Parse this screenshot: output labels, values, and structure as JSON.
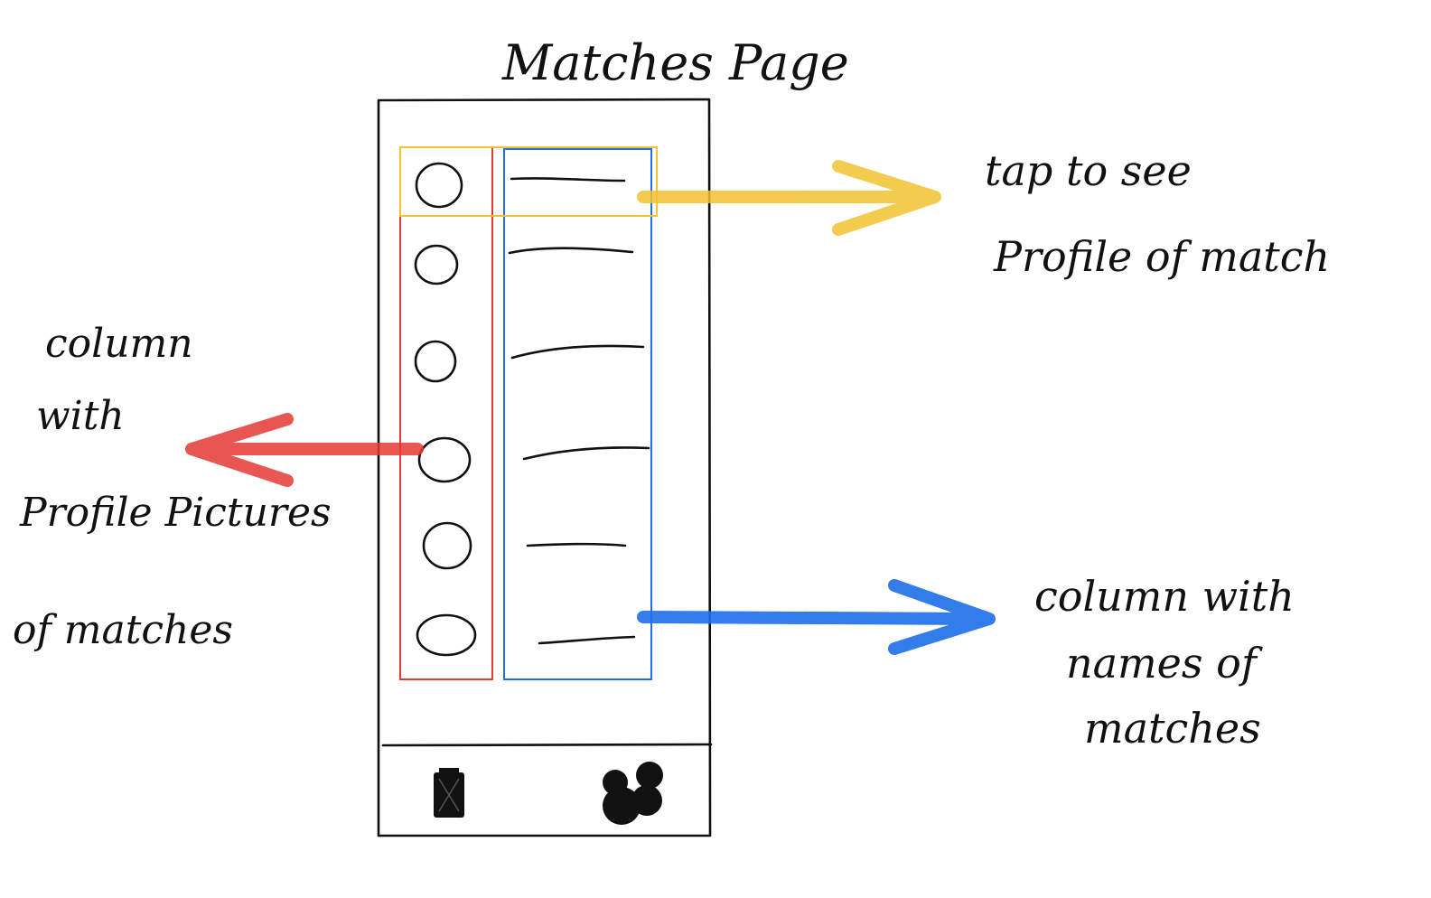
{
  "title": "Matches Page",
  "annotations": {
    "tap": {
      "line1": "tap to see",
      "line2": "Profile of match"
    },
    "pictures_column": {
      "line1": "column",
      "line2": "with",
      "line3": "Profile Pictures",
      "line4": "of matches"
    },
    "names_column": {
      "line1": "column with",
      "line2": "names of",
      "line3": "matches"
    }
  },
  "phone": {
    "rows": 6,
    "bottom_nav": {
      "left_icon": "card-stack-icon",
      "right_icon": "group-people-icon"
    }
  },
  "colors": {
    "pictures_column": "#e53935",
    "names_column": "#1e6fe8",
    "tap_row": "#f2c230",
    "ink": "#111111"
  }
}
